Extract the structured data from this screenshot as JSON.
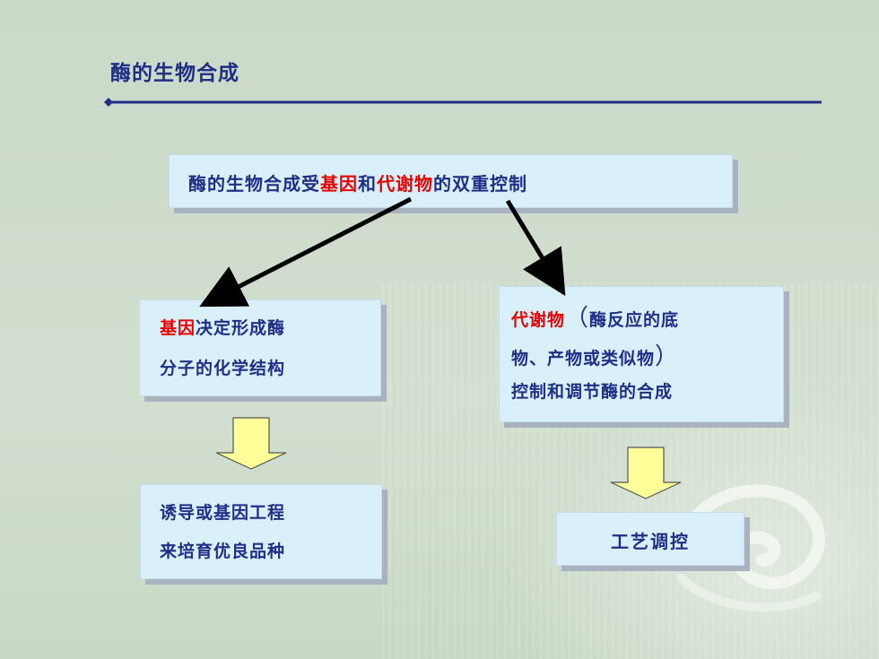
{
  "title": "酶的生物合成",
  "top_box": {
    "pre": "酶的生物合成受",
    "gene": "基因",
    "and": "和",
    "metabolite": "代谢物",
    "post": "的双重控制"
  },
  "left_box": {
    "gene": "基因",
    "line1_rest": "决定形成酶",
    "line2": "分子的化学结构"
  },
  "right_box": {
    "metabolite": "代谢物",
    "paren_open": "（",
    "line1_rest": "酶反应的底",
    "line2": "物、产物或类似物",
    "paren_close": "）",
    "line3": "控制和调节酶的合成"
  },
  "left_result": {
    "line1": "诱导或基因工程",
    "line2": "来培育优良品种"
  },
  "right_result": {
    "line1": "工艺调控"
  },
  "colors": {
    "title": "#1f2f86",
    "highlight": "#e60000",
    "box_fill": "#d9f0fb",
    "arrow_fill": "#ffff99"
  }
}
